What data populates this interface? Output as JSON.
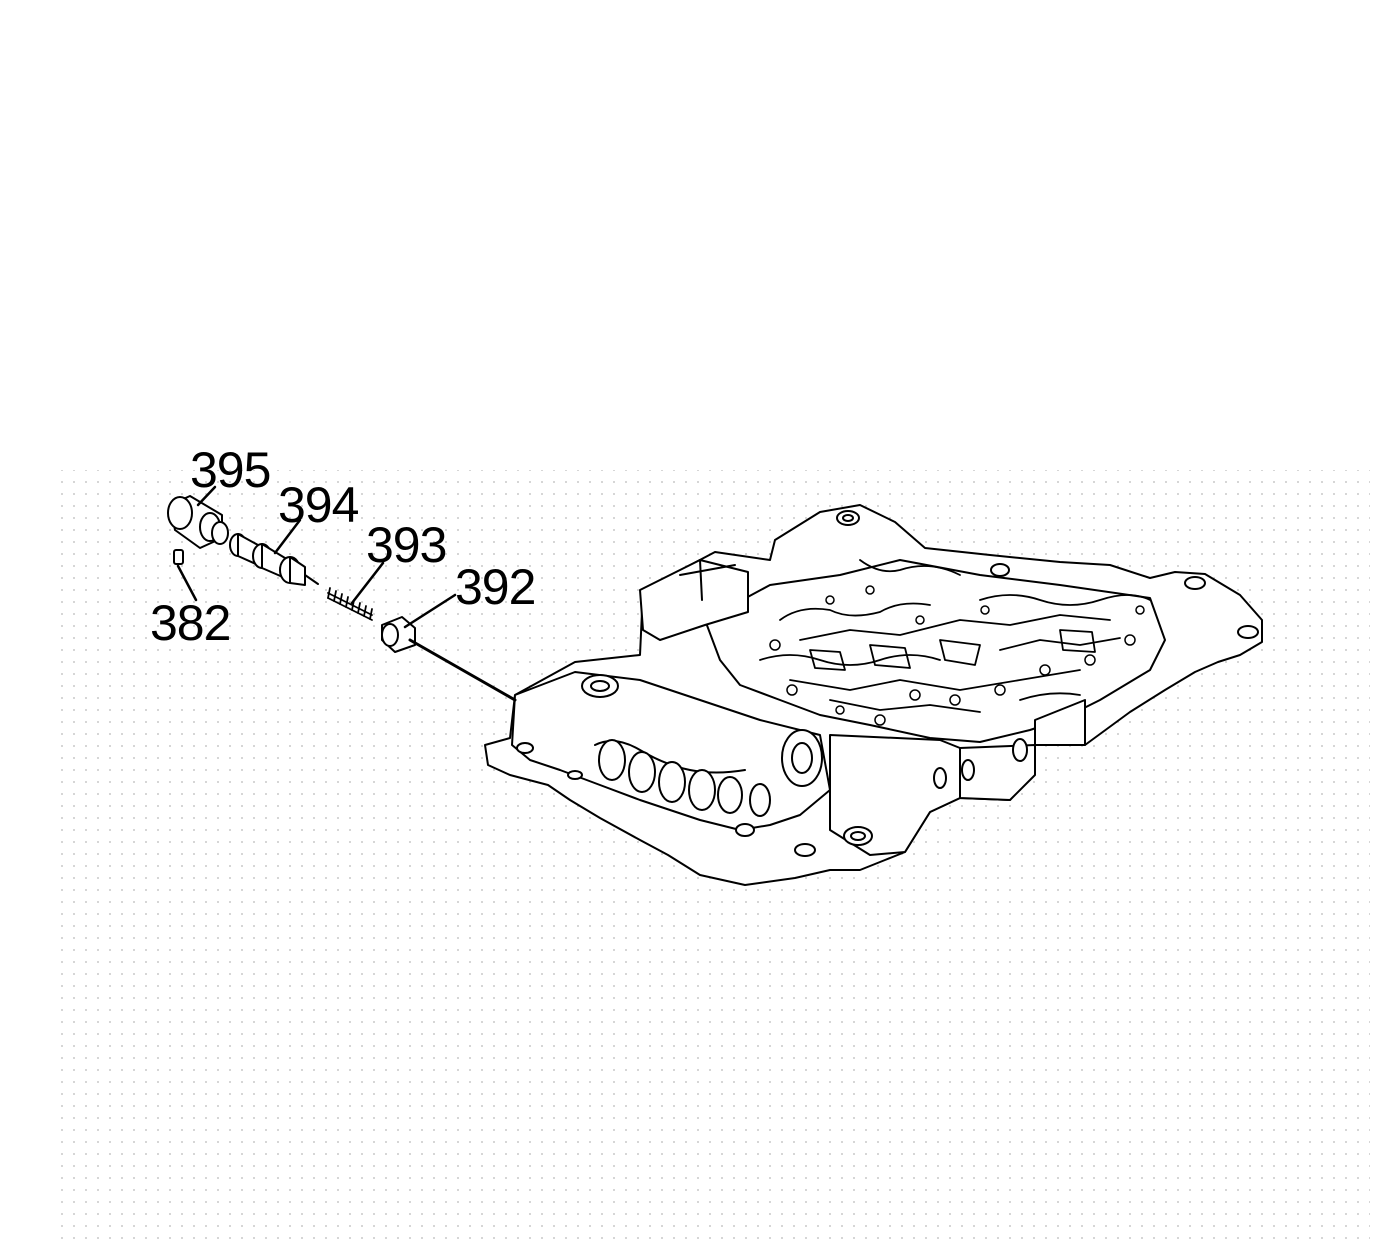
{
  "callouts": {
    "c395": "395",
    "c394": "394",
    "c393": "393",
    "c392": "392",
    "c382": "382"
  },
  "colors": {
    "line": "#000000",
    "background": "#ffffff",
    "stipple": "#b8b8b8"
  }
}
